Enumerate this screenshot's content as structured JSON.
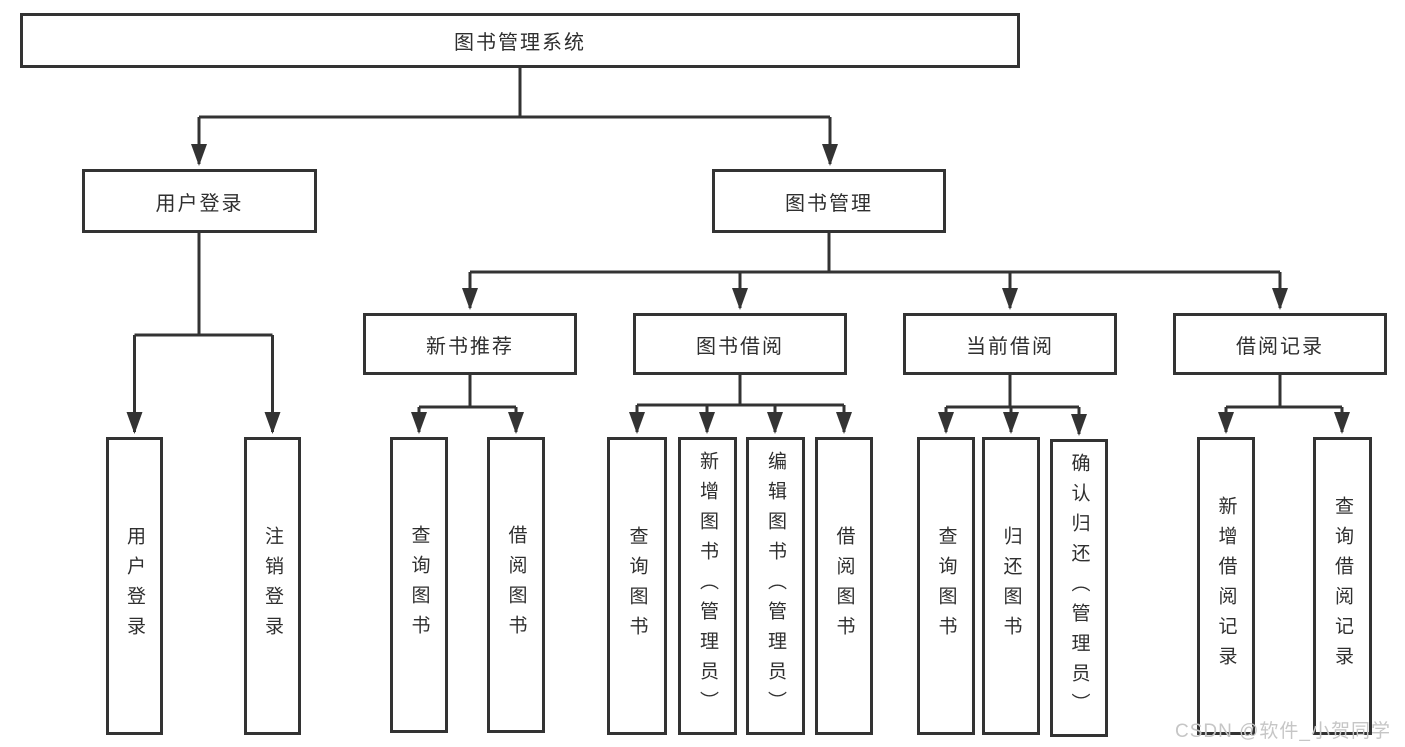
{
  "diagram": {
    "root": {
      "label": "图书管理系统"
    },
    "branches": [
      {
        "label": "用户登录",
        "children": [
          {
            "label": "用户登录"
          },
          {
            "label": "注销登录"
          }
        ]
      },
      {
        "label": "图书管理",
        "children": [
          {
            "label": "新书推荐",
            "children": [
              {
                "label": "查询图书"
              },
              {
                "label": "借阅图书"
              }
            ]
          },
          {
            "label": "图书借阅",
            "children": [
              {
                "label": "查询图书"
              },
              {
                "label": "新增图书（管理员）"
              },
              {
                "label": "编辑图书（管理员）"
              },
              {
                "label": "借阅图书"
              }
            ]
          },
          {
            "label": "当前借阅",
            "children": [
              {
                "label": "查询图书"
              },
              {
                "label": "归还图书"
              },
              {
                "label": "确认归还（管理员）"
              }
            ]
          },
          {
            "label": "借阅记录",
            "children": [
              {
                "label": "新增借阅记录"
              },
              {
                "label": "查询借阅记录"
              }
            ]
          }
        ]
      }
    ]
  },
  "watermark": {
    "text": "CSDN @软件_小贺同学"
  },
  "colors": {
    "line": "#333333",
    "box_border": "#333333",
    "text": "#2f2f2f",
    "background": "#ffffff",
    "watermark": "#c6c6c6"
  }
}
